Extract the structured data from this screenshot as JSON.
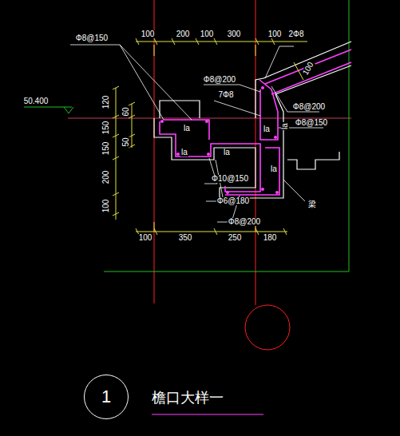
{
  "diagram": {
    "title": "檐口大样一",
    "nodes": [
      {
        "text": [
          "1"
        ]
      }
    ],
    "labels": [
      "Φ8@150",
      "100",
      "200",
      "100",
      "300",
      "100",
      "2Φ8",
      "100",
      "Φ8@200",
      "7Φ8",
      "Φ8@200",
      "Φ8@150",
      "50.400",
      "120",
      "60",
      "150",
      "50",
      "150",
      "200",
      "100",
      "la",
      "la",
      "la",
      "la",
      "la",
      "la",
      "Φ10@150",
      "Φ6@180",
      "Φ8@200",
      "梁",
      "100",
      "350",
      "250",
      "180"
    ]
  }
}
